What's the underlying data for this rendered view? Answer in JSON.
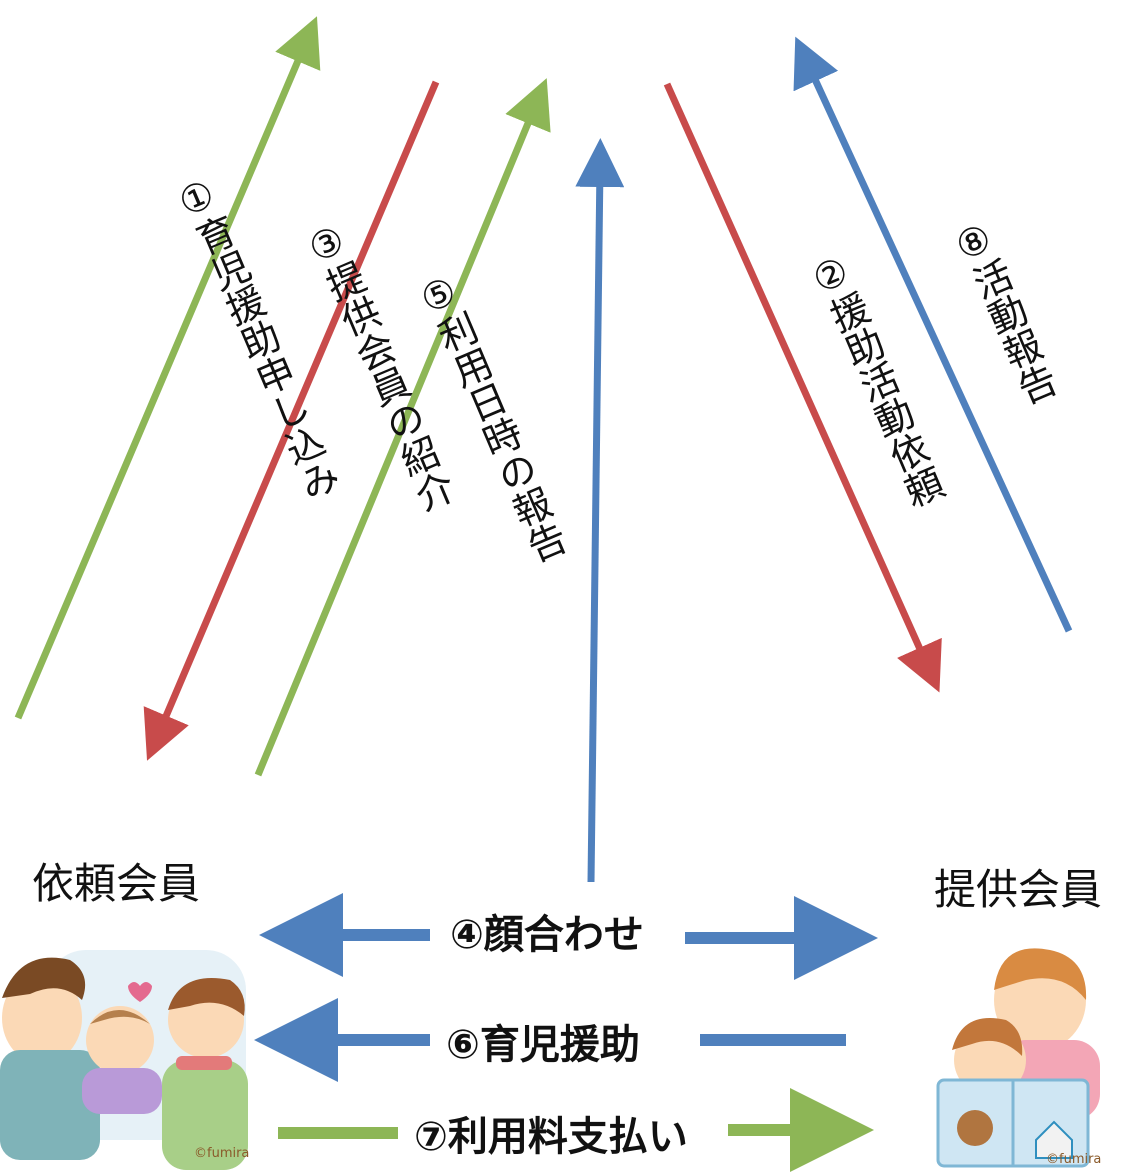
{
  "roles": {
    "requester": "依頼会員",
    "provider": "提供会員"
  },
  "steps": {
    "s1": "①育児援助申し込み",
    "s2": "②援助活動依頼",
    "s3": "③提供会員の紹介",
    "s4": "④顔合わせ",
    "s5": "⑤利用日時の報告",
    "s6": "⑥育児援助",
    "s7": "⑦利用料支払い",
    "s8": "⑧活動報告"
  },
  "credits": {
    "left": "©fumira",
    "right": "©fumira"
  },
  "colors": {
    "green": "#8db656",
    "red": "#c84b4b",
    "blue": "#4f80bd"
  }
}
